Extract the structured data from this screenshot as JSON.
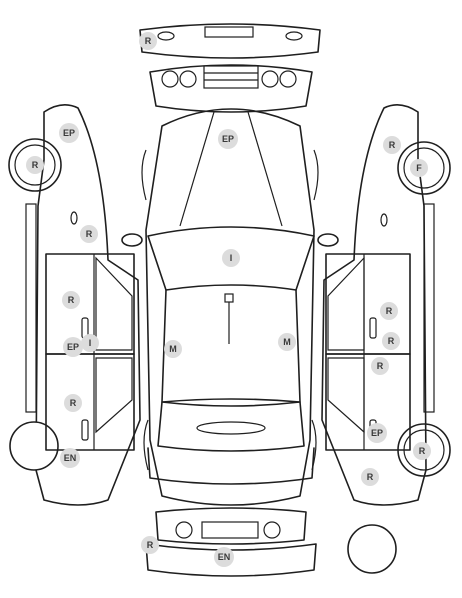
{
  "colors": {
    "outline": "#1f1f1f",
    "badge_fill": "#dcdcdc",
    "badge_text": "#3a3a3a",
    "background": "#ffffff"
  },
  "views": [
    "front",
    "rear",
    "left-side",
    "right-side",
    "top"
  ],
  "damage_marks": [
    {
      "view": "front-bumper",
      "code": "R"
    },
    {
      "view": "hood",
      "code": "EP"
    },
    {
      "view": "roof",
      "code": "I"
    },
    {
      "view": "top-left-side",
      "code": "M"
    },
    {
      "view": "top-right-side",
      "code": "M"
    },
    {
      "view": "left-front-wheel",
      "code": "R"
    },
    {
      "view": "left-front-fender",
      "code": "EP"
    },
    {
      "view": "left-front-fender-lower",
      "code": "R"
    },
    {
      "view": "left-front-door",
      "code": "R"
    },
    {
      "view": "left-front-door-lower",
      "code": "EP"
    },
    {
      "view": "left-front-door-handle",
      "code": "I"
    },
    {
      "view": "left-rear-door",
      "code": "R"
    },
    {
      "view": "left-rear-wheel",
      "code": "EN"
    },
    {
      "view": "right-front-fender",
      "code": "R"
    },
    {
      "view": "right-front-wheel",
      "code": "F"
    },
    {
      "view": "right-front-door",
      "code": "R"
    },
    {
      "view": "right-front-door-lower",
      "code": "R"
    },
    {
      "view": "right-rear-door",
      "code": "R"
    },
    {
      "view": "right-rear-fender",
      "code": "EP"
    },
    {
      "view": "right-rear-wheel",
      "code": "R"
    },
    {
      "view": "right-rear-quarter",
      "code": "R"
    },
    {
      "view": "rear-bumper-left",
      "code": "R"
    },
    {
      "view": "rear-bumper",
      "code": "EN"
    }
  ]
}
